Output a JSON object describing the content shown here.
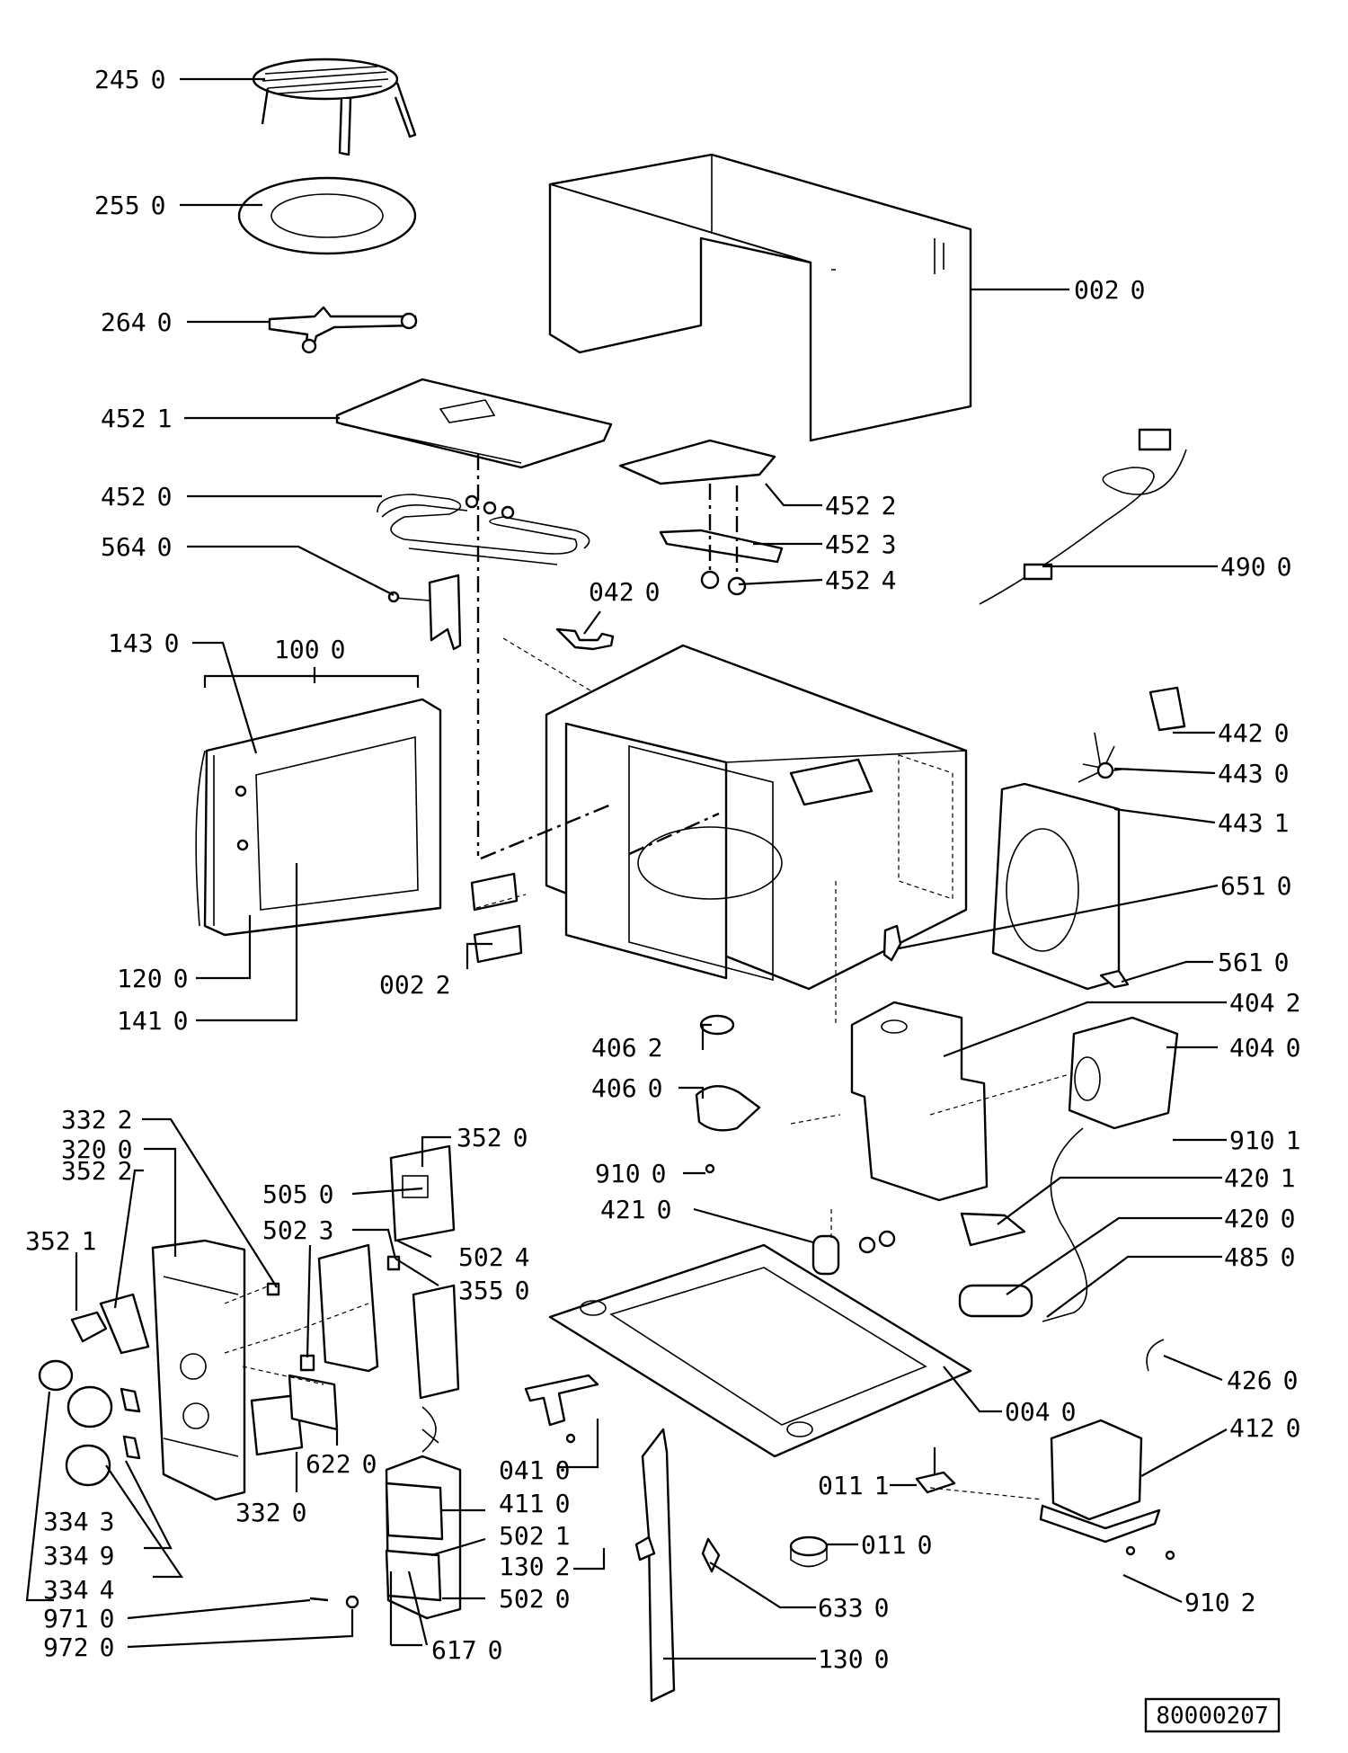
{
  "labels": [
    {
      "code": "245",
      "var": "0"
    },
    {
      "code": "255",
      "var": "0"
    },
    {
      "code": "264",
      "var": "0"
    },
    {
      "code": "452",
      "var": "1"
    },
    {
      "code": "452",
      "var": "0"
    },
    {
      "code": "564",
      "var": "0"
    },
    {
      "code": "143",
      "var": "0"
    },
    {
      "code": "100",
      "var": "0"
    },
    {
      "code": "120",
      "var": "0"
    },
    {
      "code": "141",
      "var": "0"
    },
    {
      "code": "002",
      "var": "2"
    },
    {
      "code": "042",
      "var": "0"
    },
    {
      "code": "002",
      "var": "0"
    },
    {
      "code": "452",
      "var": "2"
    },
    {
      "code": "452",
      "var": "3"
    },
    {
      "code": "452",
      "var": "4"
    },
    {
      "code": "490",
      "var": "0"
    },
    {
      "code": "442",
      "var": "0"
    },
    {
      "code": "443",
      "var": "0"
    },
    {
      "code": "443",
      "var": "1"
    },
    {
      "code": "651",
      "var": "0"
    },
    {
      "code": "561",
      "var": "0"
    },
    {
      "code": "404",
      "var": "2"
    },
    {
      "code": "404",
      "var": "0"
    },
    {
      "code": "406",
      "var": "2"
    },
    {
      "code": "406",
      "var": "0"
    },
    {
      "code": "910",
      "var": "0"
    },
    {
      "code": "910",
      "var": "1"
    },
    {
      "code": "420",
      "var": "1"
    },
    {
      "code": "421",
      "var": "0"
    },
    {
      "code": "420",
      "var": "0"
    },
    {
      "code": "485",
      "var": "0"
    },
    {
      "code": "426",
      "var": "0"
    },
    {
      "code": "004",
      "var": "0"
    },
    {
      "code": "412",
      "var": "0"
    },
    {
      "code": "011",
      "var": "1"
    },
    {
      "code": "011",
      "var": "0"
    },
    {
      "code": "910",
      "var": "2"
    },
    {
      "code": "633",
      "var": "0"
    },
    {
      "code": "130",
      "var": "0"
    },
    {
      "code": "332",
      "var": "2"
    },
    {
      "code": "320",
      "var": "0"
    },
    {
      "code": "352",
      "var": "2"
    },
    {
      "code": "352",
      "var": "1"
    },
    {
      "code": "352",
      "var": "0"
    },
    {
      "code": "505",
      "var": "0"
    },
    {
      "code": "502",
      "var": "3"
    },
    {
      "code": "502",
      "var": "4"
    },
    {
      "code": "355",
      "var": "0"
    },
    {
      "code": "332",
      "var": "0"
    },
    {
      "code": "622",
      "var": "0"
    },
    {
      "code": "041",
      "var": "0"
    },
    {
      "code": "411",
      "var": "0"
    },
    {
      "code": "502",
      "var": "1"
    },
    {
      "code": "130",
      "var": "2"
    },
    {
      "code": "502",
      "var": "0"
    },
    {
      "code": "617",
      "var": "0"
    },
    {
      "code": "334",
      "var": "3"
    },
    {
      "code": "334",
      "var": "9"
    },
    {
      "code": "334",
      "var": "4"
    },
    {
      "code": "971",
      "var": "0"
    },
    {
      "code": "972",
      "var": "0"
    }
  ],
  "drawing_number": "80000207"
}
